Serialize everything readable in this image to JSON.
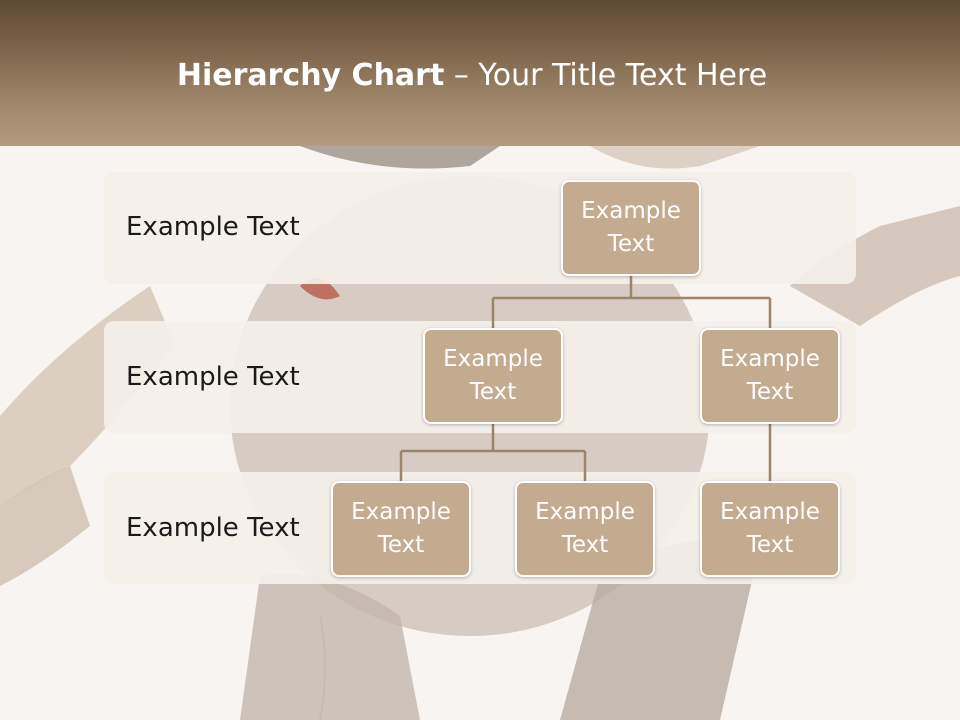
{
  "title": {
    "bold": "Hierarchy Chart",
    "rest": " – Your Title Text Here"
  },
  "levels": [
    {
      "label": "Example Text"
    },
    {
      "label": "Example Text"
    },
    {
      "label": "Example Text"
    }
  ],
  "nodes": {
    "root": "Example Text",
    "level2_left": "Example Text",
    "level2_right": "Example Text",
    "level3_a": "Example Text",
    "level3_b": "Example Text",
    "level3_c": "Example Text"
  },
  "colors": {
    "header_dark": "#5e4a33",
    "header_light": "#b59b7e",
    "node_fill": "#c4ab90",
    "connector": "#9c846b",
    "band_fill": "#f4efe9"
  }
}
